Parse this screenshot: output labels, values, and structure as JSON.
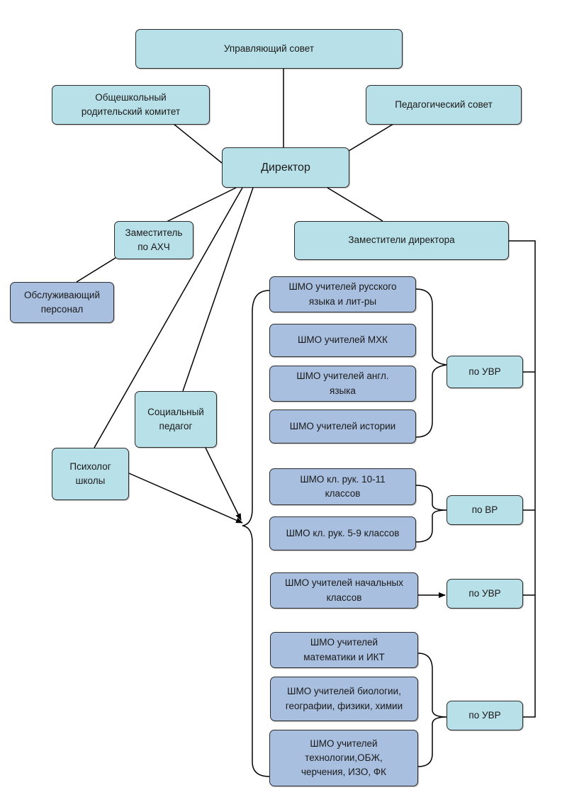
{
  "nodes": {
    "council": "Управляющий совет",
    "parent_committee": "Общешкольный\nродительский комитет",
    "ped_council": "Педагогический совет",
    "director": "Директор",
    "deputy_ahch": "Заместитель\nпо АХЧ",
    "deputies": "Заместители директора",
    "service_staff": "Обслуживающий\nперсонал",
    "social_pedagog": "Социальный\nпедагог",
    "psychologist": "Психолог\nшколы",
    "shmo_russian": "ШМО учителей русского\nязыка и лит-ры",
    "shmo_mhk": "ШМО учителей МХК",
    "shmo_english": "ШМО учителей англ.\nязыка",
    "shmo_history": "ШМО учителей истории",
    "uvr_1": "по УВР",
    "shmo_kl_10_11": "ШМО кл. рук. 10-11\nклассов",
    "shmo_kl_5_9": "ШМО кл. рук. 5-9 классов",
    "vr": "по ВР",
    "shmo_primary": "ШМО учителей начальных\nклассов",
    "uvr_2": "по УВР",
    "shmo_math": "ШМО учителей\nматематики и ИКТ",
    "shmo_science": "ШМО учителей биологии,\nгеографии, физики, химии",
    "shmo_tech": "ШМО учителей\nтехнологии,ОБЖ,\nчерчения, ИЗО, ФК",
    "uvr_3": "по УВР"
  },
  "colors": {
    "light_box": "#b8e0e8",
    "mid_box": "#a9bfdf",
    "line": "#000000"
  }
}
